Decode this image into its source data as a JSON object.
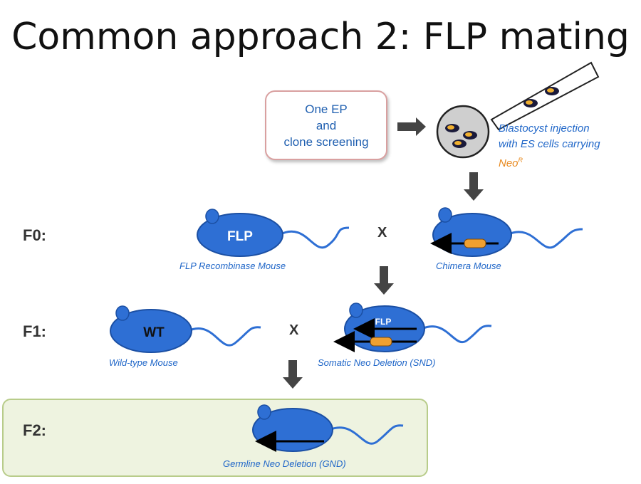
{
  "title": "Common approach 2: FLP mating",
  "ep_box": {
    "line1": "One EP",
    "line2": "and",
    "line3": "clone screening"
  },
  "blastocyst": {
    "line1": "Blastocyst injection",
    "line2": "with ES cells carrying",
    "neo": "Neo",
    "neo_sup": "R"
  },
  "generations": {
    "f0": "F0:",
    "f1": "F1:",
    "f2": "F2:"
  },
  "mice": {
    "flp": {
      "body_label": "FLP",
      "caption": "FLP Recombinase Mouse"
    },
    "chimera": {
      "caption": "Chimera Mouse"
    },
    "wt": {
      "body_label": "WT",
      "caption": "Wild-type Mouse"
    },
    "snd": {
      "body_label": "FLP",
      "caption": "Somatic Neo Deletion (SND)"
    },
    "gnd": {
      "caption": "Germline Neo Deletion (GND)"
    }
  },
  "cross_symbol": "X",
  "colors": {
    "mouse_blue": "#2e6fd4",
    "caption_blue": "#1f66c8",
    "neo_orange": "#e8891e",
    "panel_green": "#eef3e0"
  }
}
